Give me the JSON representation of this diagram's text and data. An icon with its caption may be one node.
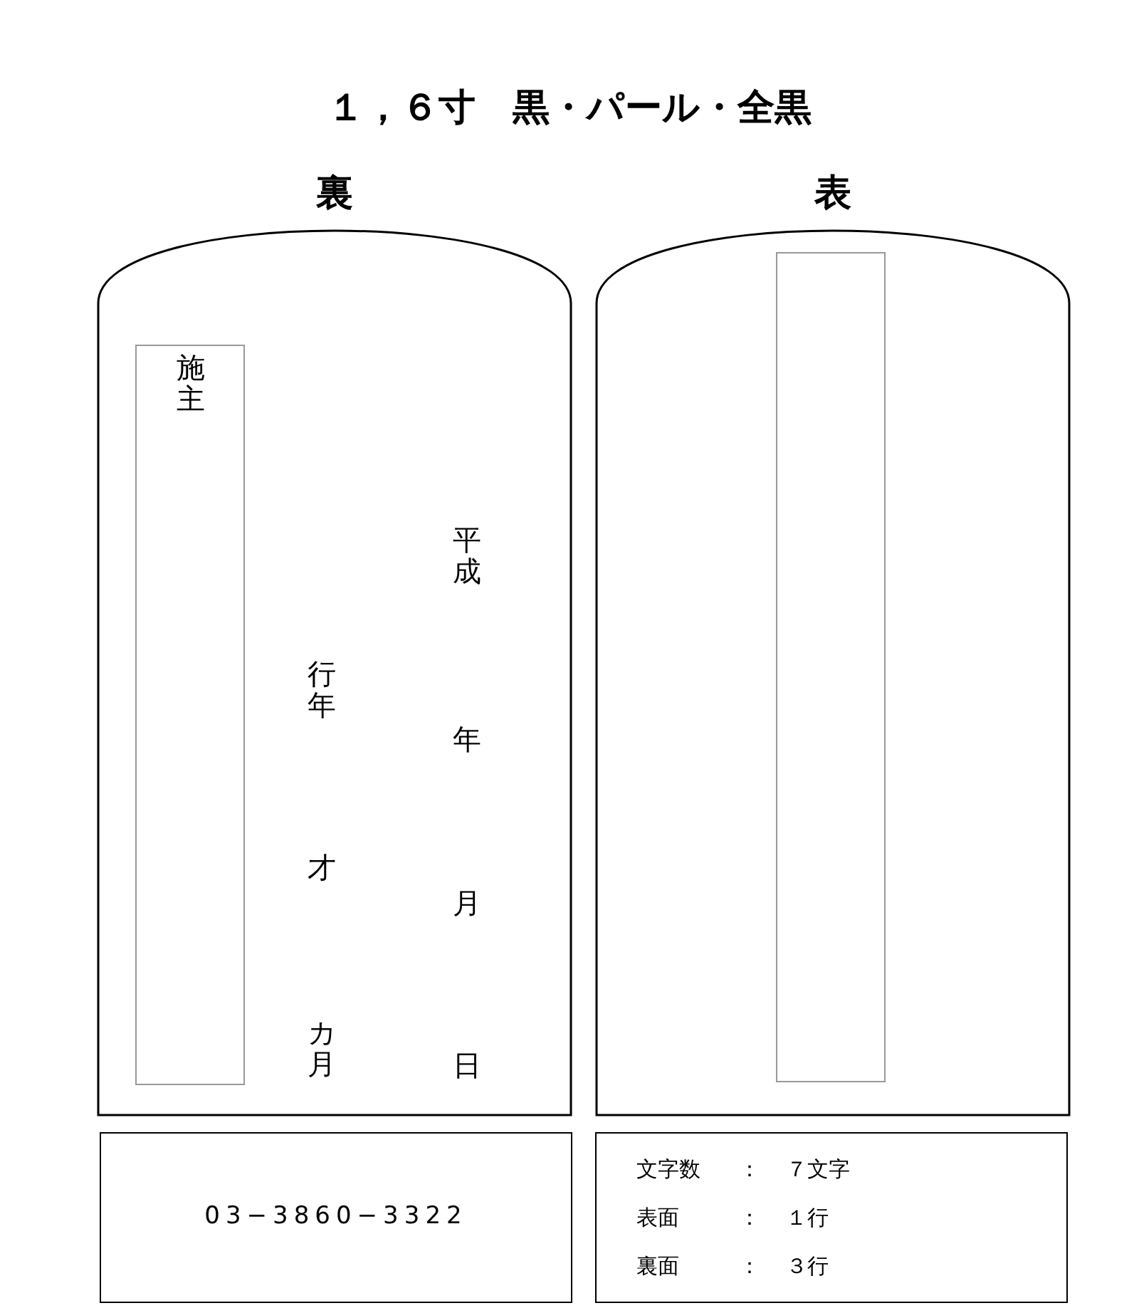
{
  "diagram": {
    "title": "１，６寸　黒・パール・全黒",
    "nodes": [
      {
        "text": [
          "裏",
          "平成",
          "年",
          "月",
          "日",
          "行年",
          "才",
          "カ月"
        ]
      },
      {
        "text": [
          "施主"
        ],
        "in": 0
      },
      {
        "text": [
          "表"
        ]
      },
      {
        "text": [],
        "shape": "box",
        "in": 2
      },
      {
        "text": [
          "03−3860−3322"
        ]
      },
      {
        "text": [
          "文字数",
          "：",
          "７文字",
          "表面",
          "：",
          "１行",
          "裏面",
          "：",
          "３行"
        ]
      }
    ]
  }
}
